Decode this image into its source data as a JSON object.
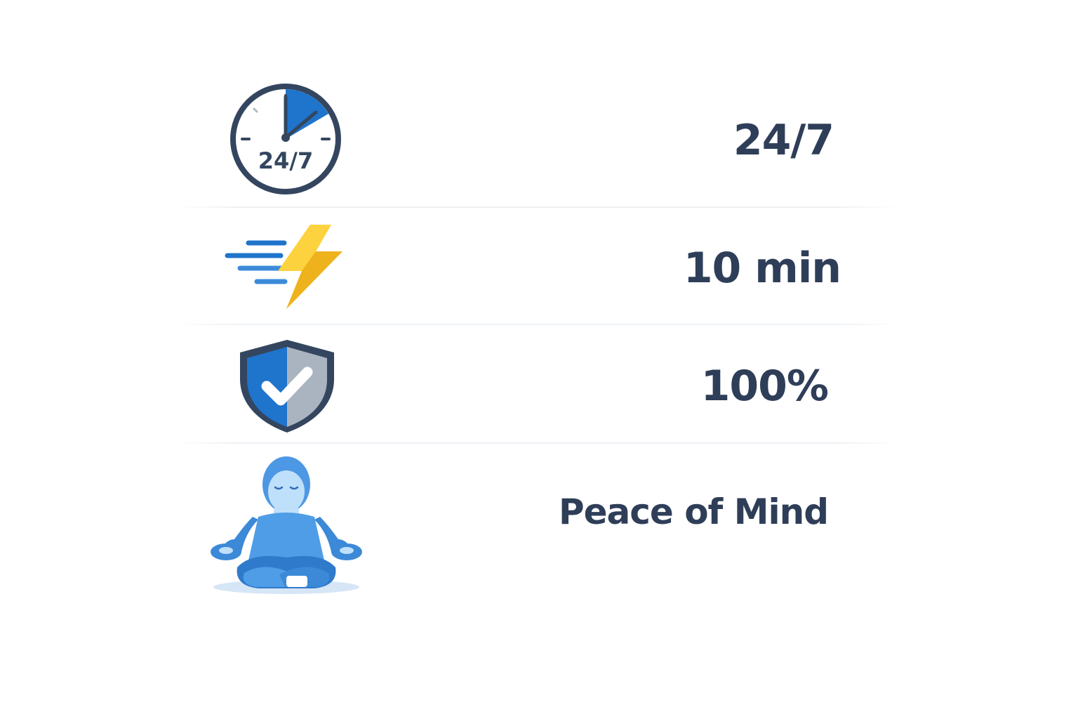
{
  "stats": [
    {
      "icon": "clock-icon",
      "icon_text": "24/7",
      "value": "24/7"
    },
    {
      "icon": "lightning-icon",
      "value": "10 min"
    },
    {
      "icon": "shield-check-icon",
      "value": "100%"
    },
    {
      "icon": "meditation-person-icon",
      "value": "Peace of Mind"
    }
  ],
  "colors": {
    "text": "#2f3e58",
    "blue": "#1f74cc",
    "light_blue": "#5aa5ea",
    "yellow": "#f7c325",
    "shield_gray": "#aab4c0"
  }
}
